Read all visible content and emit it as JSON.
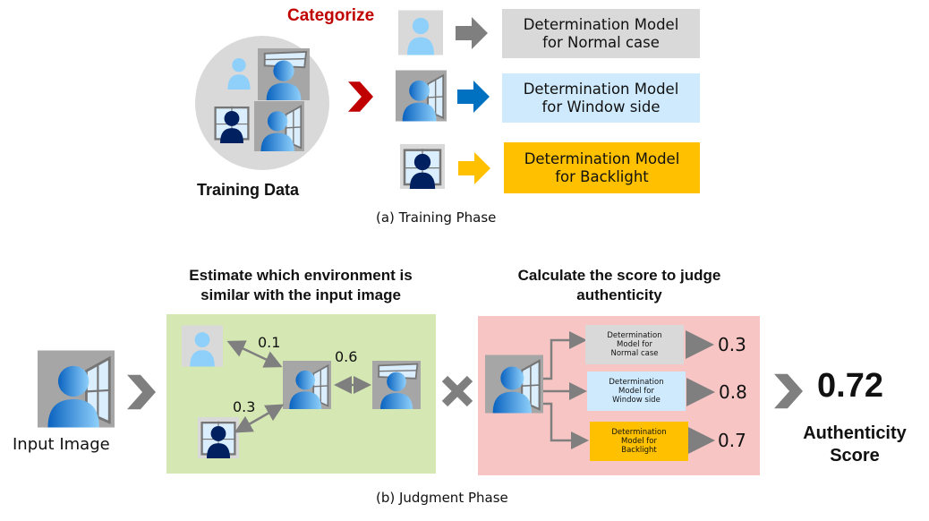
{
  "training": {
    "categorize_label": "Categorize",
    "training_data_label": "Training Data",
    "caption": "(a)  Training Phase",
    "models": [
      {
        "line1": "Determination Model",
        "line2": "for Normal case",
        "color": "#d9d9d9",
        "arrow_color": "#7f7f7f",
        "icon": "normal-person-icon"
      },
      {
        "line1": "Determination Model",
        "line2": "for Window side",
        "color": "#cfeafd",
        "arrow_color": "#0070c0",
        "icon": "window-side-person-icon"
      },
      {
        "line1": "Determination Model",
        "line2": "for Backlight",
        "color": "#ffc000",
        "arrow_color": "#ffc000",
        "icon": "backlight-person-icon"
      }
    ],
    "chevron_color": "#c00000"
  },
  "judgment": {
    "input_label": "Input Image",
    "estimate_heading_line1": "Estimate which environment is",
    "estimate_heading_line2": "similar with the input image",
    "similarities": {
      "normal": "0.1",
      "window_top": "0.6",
      "backlight": "0.3"
    },
    "calc_heading_line1": "Calculate the score to judge",
    "calc_heading_line2": "authenticity",
    "models": [
      {
        "line1": "Determination",
        "line2": "Model for",
        "line3": "Normal case",
        "score": "0.3",
        "color": "#d9d9d9"
      },
      {
        "line1": "Determination",
        "line2": "Model for",
        "line3": "Window side",
        "score": "0.8",
        "color": "#cfeafd"
      },
      {
        "line1": "Determination",
        "line2": "Model for",
        "line3": "Backlight",
        "score": "0.7",
        "color": "#ffc000"
      }
    ],
    "result_score": "0.72",
    "result_label_line1": "Authenticity",
    "result_label_line2": "Score",
    "caption": "(b) Judgment Phase",
    "estimate_panel_color": "#d5e8b4",
    "calc_panel_color": "#f8c5c5"
  }
}
